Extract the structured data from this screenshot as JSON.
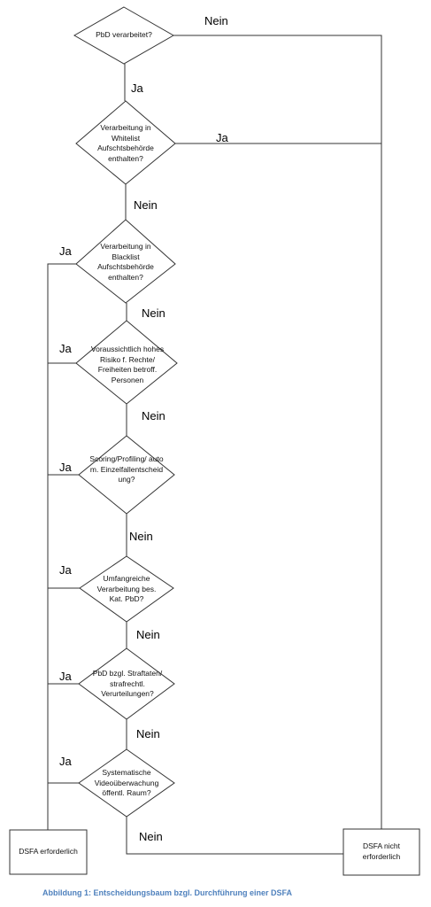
{
  "decisions": [
    {
      "id": "d1",
      "text": "PbD verarbeitet?"
    },
    {
      "id": "d2",
      "text": "Verarbeitung in Whitelist Aufschtsbehörde enthalten?"
    },
    {
      "id": "d3",
      "text": "Verarbeitung in Blacklist Aufschtsbehörde enthalten?"
    },
    {
      "id": "d4",
      "text": "Voraussichtlich hohes Risiko f. Rechte/ Freiheiten betroff. Personen"
    },
    {
      "id": "d5",
      "text": "Scoring/Profiling/ autom. Einzelfallentscheidung?"
    },
    {
      "id": "d6",
      "text": "Umfangreiche Verarbeitung bes. Kat. PbD?"
    },
    {
      "id": "d7",
      "text": "PbD bzgl. Straftaten/ strafrechtl. Verurteilungen?"
    },
    {
      "id": "d8",
      "text": "Systematische Videoüberwachung öffentl. Raum?"
    }
  ],
  "outcomes": {
    "required": "DSFA erforderlich",
    "not_required": "DSFA nicht erforderlich"
  },
  "edge_labels": {
    "d1_no": "Nein",
    "d1_yes": "Ja",
    "d2_yes": "Ja",
    "d2_no": "Nein",
    "d3_yes": "Ja",
    "d3_no": "Nein",
    "d4_yes": "Ja",
    "d4_no": "Nein",
    "d5_yes": "Ja",
    "d5_no": "Nein",
    "d6_yes": "Ja",
    "d6_no": "Nein",
    "d7_yes": "Ja",
    "d7_no": "Nein",
    "d8_yes": "Ja",
    "d8_no": "Nein"
  },
  "caption": "Abbildung 1: Entscheidungsbaum bzgl. Durchführung einer DSFA"
}
